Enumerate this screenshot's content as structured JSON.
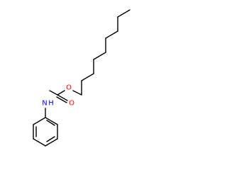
{
  "molecule": {
    "atom_labels": {
      "ether_oxygen": "O",
      "carbonyl_oxygen": "O",
      "amine_nitrogen": "N",
      "amine_hydrogen": "H"
    },
    "colors": {
      "bond": "#000000",
      "oxygen": "#ff0000",
      "nitrogen": "#0000ff"
    }
  }
}
